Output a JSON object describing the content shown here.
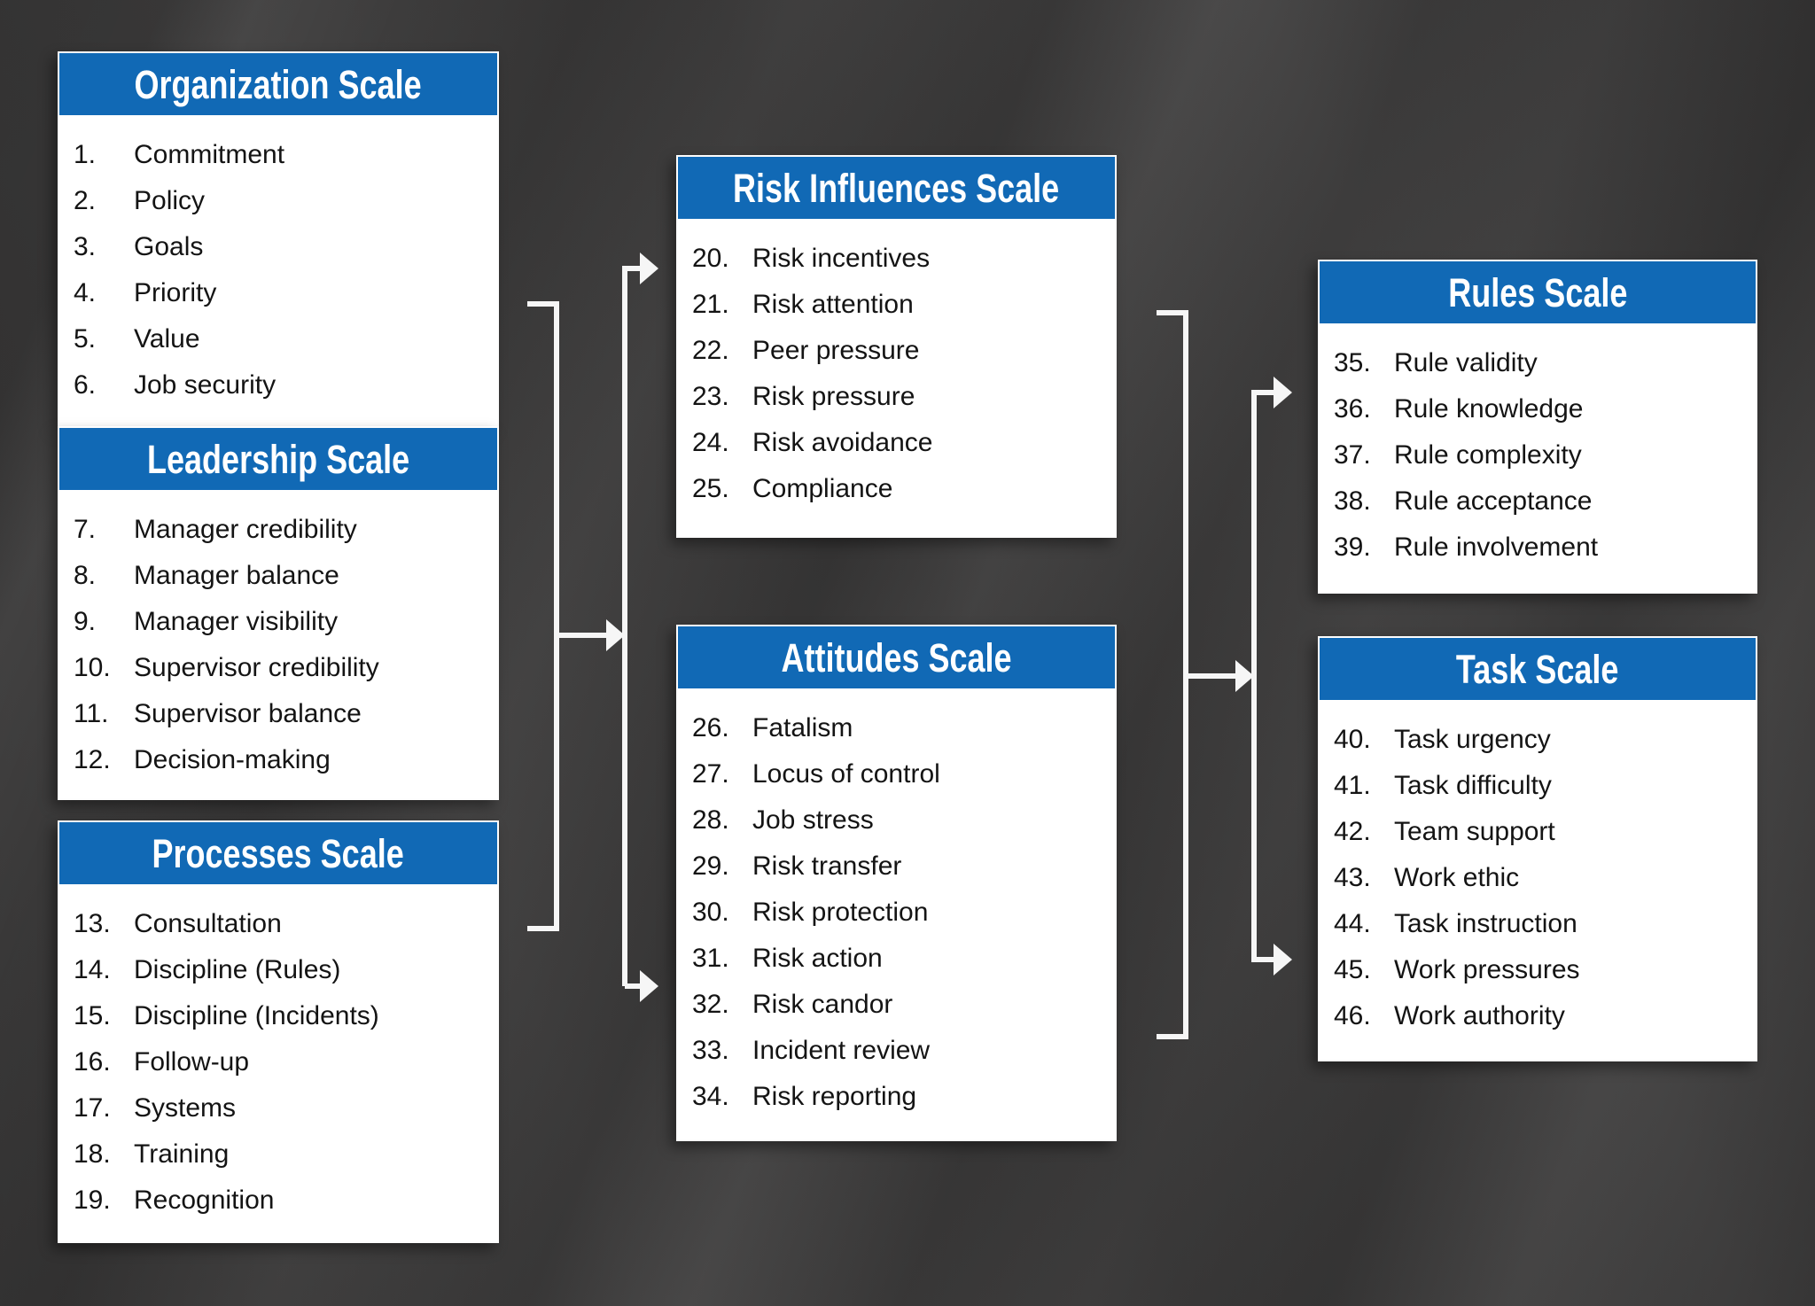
{
  "colors": {
    "background": "#3a3939",
    "header_bg": "#1169b5",
    "header_text": "#ffffff",
    "box_bg": "#ffffff",
    "item_text": "#141414",
    "connector": "#f6f6f6"
  },
  "boxes": [
    {
      "title": "Organization Scale",
      "items": [
        {
          "num": "1.",
          "label": "Commitment"
        },
        {
          "num": "2.",
          "label": "Policy"
        },
        {
          "num": "3.",
          "label": "Goals"
        },
        {
          "num": "4.",
          "label": "Priority"
        },
        {
          "num": "5.",
          "label": "Value"
        },
        {
          "num": "6.",
          "label": "Job security"
        }
      ]
    },
    {
      "title": "Leadership Scale",
      "items": [
        {
          "num": "7.",
          "label": "Manager credibility"
        },
        {
          "num": "8.",
          "label": "Manager balance"
        },
        {
          "num": "9.",
          "label": "Manager visibility"
        },
        {
          "num": "10.",
          "label": "Supervisor credibility"
        },
        {
          "num": "11.",
          "label": "Supervisor balance"
        },
        {
          "num": "12.",
          "label": "Decision-making"
        }
      ]
    },
    {
      "title": "Processes Scale",
      "items": [
        {
          "num": "13.",
          "label": "Consultation"
        },
        {
          "num": "14.",
          "label": "Discipline (Rules)"
        },
        {
          "num": "15.",
          "label": "Discipline (Incidents)"
        },
        {
          "num": "16.",
          "label": "Follow-up"
        },
        {
          "num": "17.",
          "label": "Systems"
        },
        {
          "num": "18.",
          "label": "Training"
        },
        {
          "num": "19.",
          "label": "Recognition"
        }
      ]
    },
    {
      "title": "Risk Influences Scale",
      "items": [
        {
          "num": "20.",
          "label": "Risk incentives"
        },
        {
          "num": "21.",
          "label": "Risk attention"
        },
        {
          "num": "22.",
          "label": "Peer pressure"
        },
        {
          "num": "23.",
          "label": "Risk pressure"
        },
        {
          "num": "24.",
          "label": "Risk avoidance"
        },
        {
          "num": "25.",
          "label": "Compliance"
        }
      ]
    },
    {
      "title": "Attitudes Scale",
      "items": [
        {
          "num": "26.",
          "label": "Fatalism"
        },
        {
          "num": "27.",
          "label": "Locus of control"
        },
        {
          "num": "28.",
          "label": "Job stress"
        },
        {
          "num": "29.",
          "label": "Risk transfer"
        },
        {
          "num": "30.",
          "label": "Risk protection"
        },
        {
          "num": "31.",
          "label": "Risk action"
        },
        {
          "num": "32.",
          "label": "Risk candor"
        },
        {
          "num": "33.",
          "label": "Incident review"
        },
        {
          "num": "34.",
          "label": "Risk reporting"
        }
      ]
    },
    {
      "title": "Rules Scale",
      "items": [
        {
          "num": "35.",
          "label": "Rule validity"
        },
        {
          "num": "36.",
          "label": "Rule knowledge"
        },
        {
          "num": "37.",
          "label": "Rule complexity"
        },
        {
          "num": "38.",
          "label": "Rule acceptance"
        },
        {
          "num": "39.",
          "label": "Rule involvement"
        }
      ]
    },
    {
      "title": "Task Scale",
      "items": [
        {
          "num": "40.",
          "label": "Task urgency"
        },
        {
          "num": "41.",
          "label": "Task difficulty"
        },
        {
          "num": "42.",
          "label": "Team support"
        },
        {
          "num": "43.",
          "label": "Work ethic"
        },
        {
          "num": "44.",
          "label": "Task instruction"
        },
        {
          "num": "45.",
          "label": "Work pressures"
        },
        {
          "num": "46.",
          "label": "Work authority"
        }
      ]
    }
  ]
}
